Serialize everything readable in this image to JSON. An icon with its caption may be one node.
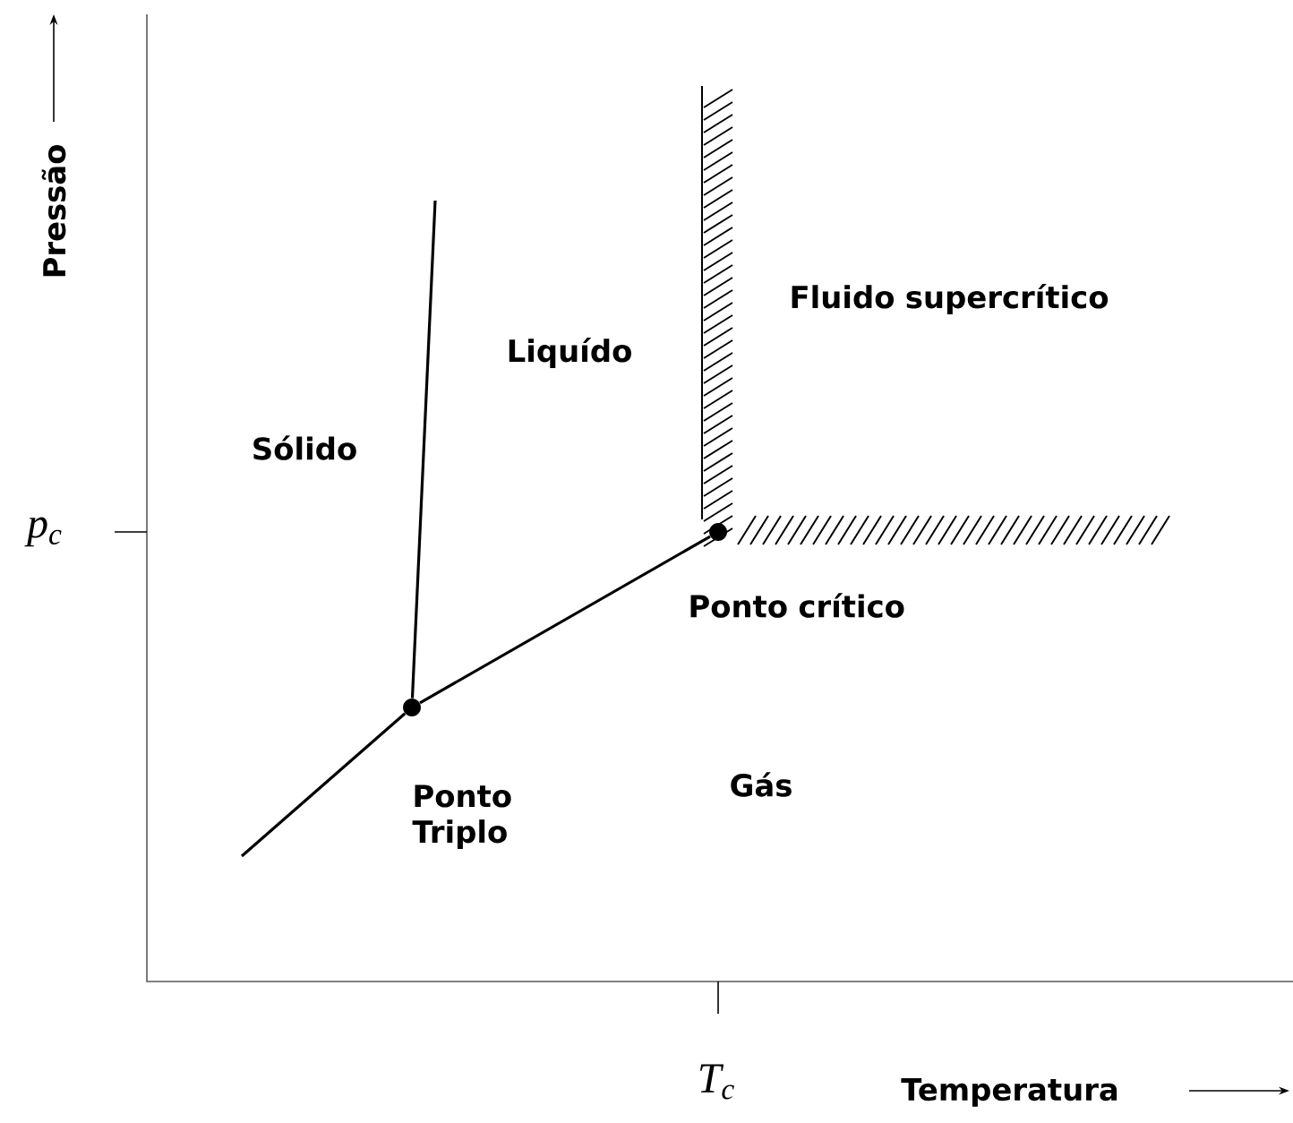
{
  "diagram": {
    "nodes": [
      {
        "text": [],
        "shape": "circle",
        "beside": [
          "Ponto Triplo"
        ]
      },
      {
        "text": [],
        "shape": "circle",
        "beside": [
          "Ponto crítico"
        ]
      }
    ],
    "edges": [
      {
        "from": null,
        "to": 0,
        "arrow": "none"
      },
      {
        "from": 0,
        "to": 1,
        "arrow": "none"
      },
      {
        "from": 0,
        "to": null,
        "arrow": "none"
      }
    ],
    "labels": [
      "Pressão",
      "Sólido",
      "Liquído",
      "Fluido supercrítico",
      "p$_{c}$",
      "Gás",
      "T$_{c}$",
      "Temperatura"
    ]
  }
}
